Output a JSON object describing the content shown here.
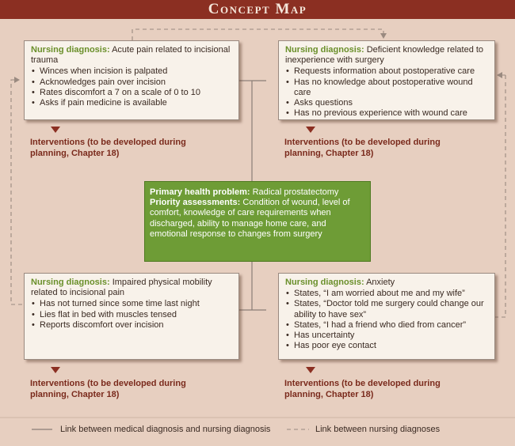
{
  "title": "Concept Map",
  "center": {
    "primary_label": "Primary health problem:",
    "primary_value": "Radical prostatectomy",
    "priority_label": "Priority assessments:",
    "priority_value": "Condition of wound, level of comfort, knowledge of care requirements when discharged, ability to manage home care, and emotional response to changes from surgery"
  },
  "boxes": [
    {
      "label": "Nursing diagnosis:",
      "text": "Acute pain related to incisional trauma",
      "items": [
        "Winces when incision is palpated",
        "Acknowledges pain over incision",
        "Rates discomfort a 7 on a scale of 0 to 10",
        "Asks if pain medicine is available"
      ]
    },
    {
      "label": "Nursing diagnosis:",
      "text": "Deficient knowledge related to inexperience with surgery",
      "items": [
        "Requests information about postoperative care",
        "Has no knowledge about postoperative wound care",
        "Asks questions",
        "Has no previous experience with wound care"
      ]
    },
    {
      "label": "Nursing diagnosis:",
      "text": "Impaired physical mobility related to incisional pain",
      "items": [
        "Has not turned since some time last night",
        "Lies flat in bed with muscles tensed",
        "Reports discomfort over incision"
      ]
    },
    {
      "label": "Nursing diagnosis:",
      "text": "Anxiety",
      "items": [
        "States, “I am worried about me and my wife”",
        "States, “Doctor told me surgery could change our ability to have sex”",
        "States, “I had a friend who died from cancer”",
        "Has uncertainty",
        "Has poor eye contact"
      ]
    }
  ],
  "interventions": [
    "Interventions (to be developed during planning, Chapter 18)",
    "Interventions (to be developed during planning, Chapter 18)",
    "Interventions (to be developed during planning, Chapter 18)",
    "Interventions (to be developed during planning, Chapter 18)"
  ],
  "legend": {
    "solid": "Link between medical diagnosis and nursing diagnosis",
    "dashed": "Link between nursing diagnoses"
  },
  "colors": {
    "title_bar": "#8b2f22",
    "background": "#e7cfc0",
    "center_box": "#6e9c36",
    "diagnosis_label": "#6a8f2a",
    "interventions_text": "#7a2a1c"
  }
}
